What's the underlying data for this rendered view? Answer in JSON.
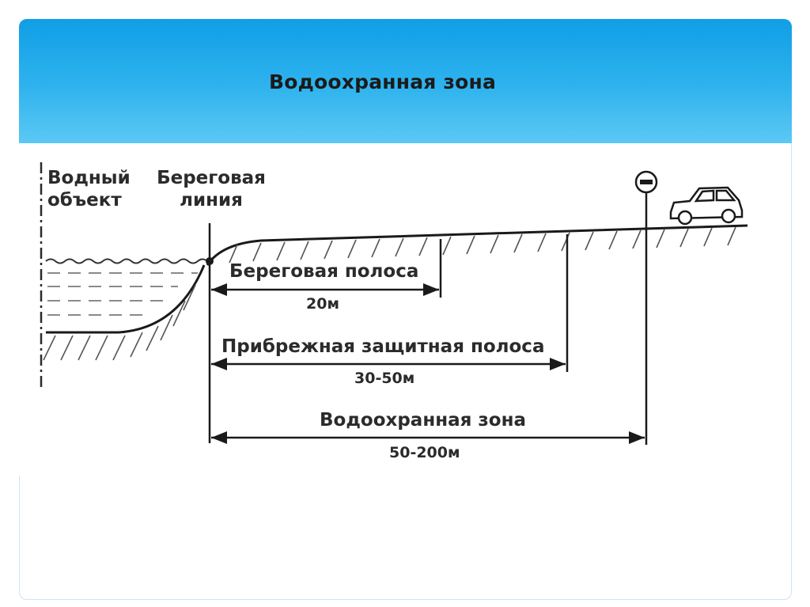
{
  "slide": {
    "title": "Водоохранная зона"
  },
  "diagram": {
    "water_object_label_line1": "Водный",
    "water_object_label_line2": "объект",
    "shoreline_label_line1": "Береговая",
    "shoreline_label_line2": "линия",
    "bands": [
      {
        "name": "Береговая полоса",
        "distance": "20м"
      },
      {
        "name": "Прибрежная защитная полоса",
        "distance": "30-50м"
      },
      {
        "name": "Водоохранная зона",
        "distance": "50-200м"
      }
    ],
    "icons": {
      "sign": "no-entry-sign-icon",
      "vehicle": "car-icon"
    }
  }
}
